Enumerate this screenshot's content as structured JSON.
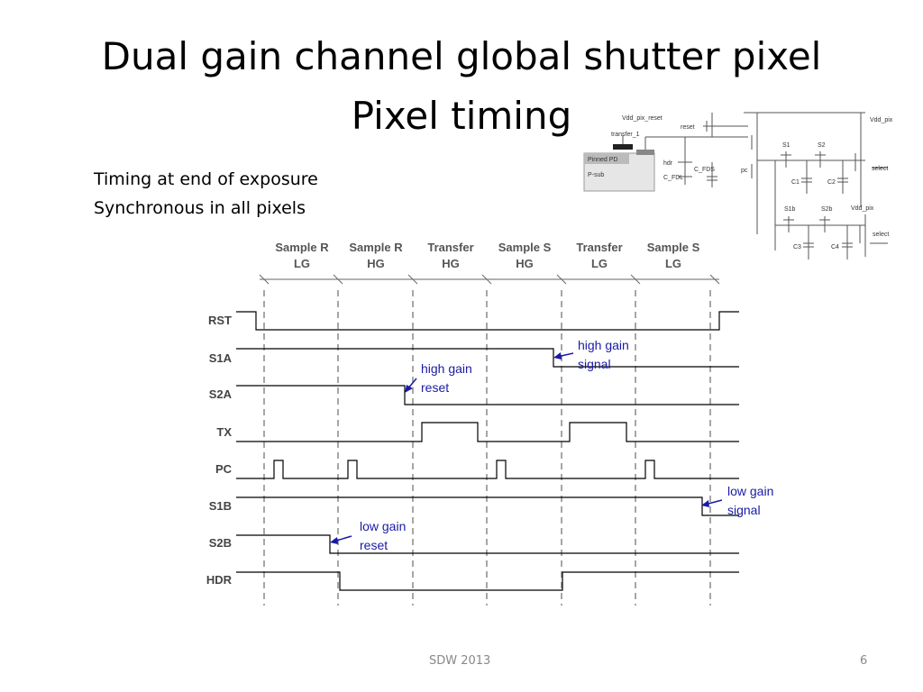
{
  "slide": {
    "title_line1": "Dual gain channel global shutter pixel",
    "title_line2": "Pixel timing",
    "bullets": [
      "Timing at end of exposure",
      "Synchronous in all pixels"
    ],
    "footer_left": "SDW 2013",
    "footer_right": "6"
  },
  "timing_diagram": {
    "phases": [
      {
        "line1": "Sample R",
        "line2": "LG"
      },
      {
        "line1": "Sample R",
        "line2": "HG"
      },
      {
        "line1": "Transfer",
        "line2": "HG"
      },
      {
        "line1": "Sample S",
        "line2": "HG"
      },
      {
        "line1": "Transfer",
        "line2": "LG"
      },
      {
        "line1": "Sample S",
        "line2": "LG"
      }
    ],
    "signals": [
      "RST",
      "S1A",
      "S2A",
      "TX",
      "PC",
      "S1B",
      "S2B",
      "HDR"
    ],
    "annotations": [
      {
        "line1": "high gain",
        "line2": "signal"
      },
      {
        "line1": "high gain",
        "line2": "reset"
      },
      {
        "line1": "low gain",
        "line2": "signal"
      },
      {
        "line1": "low gain",
        "line2": "reset"
      }
    ],
    "colors": {
      "trace": "#000000",
      "annotation": "#1a1aa6",
      "grid": "#888888"
    }
  },
  "schematic": {
    "labels": [
      "Vdd_pix_reset",
      "reset",
      "transfer_1",
      "Pinned PD",
      "P-sub",
      "hdr",
      "C_FDS",
      "C_FDL",
      "pc",
      "S1",
      "S2",
      "C1",
      "C2",
      "Vdd_pix",
      "select",
      "S1b",
      "S2b",
      "C3",
      "C4"
    ]
  }
}
